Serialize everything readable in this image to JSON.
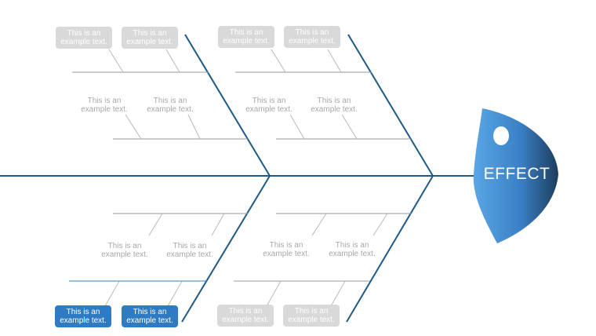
{
  "effect": {
    "label": "EFFECT",
    "gradient": [
      "#5aa6e6",
      "#3a80c6",
      "#1d3d5c"
    ]
  },
  "colors": {
    "line": "#1f5a87",
    "rib": "#9a9a9a",
    "box_gray": "#d9d9d9",
    "box_blue": "#2e7bc4",
    "text_gray": "#a7a7a7"
  },
  "causes": {
    "top_left": {
      "box1": {
        "l1": "This is an",
        "l2": "example text."
      },
      "box2": {
        "l1": "This is an",
        "l2": "example text."
      },
      "text1": {
        "l1": "This is an",
        "l2": "example text."
      },
      "text2": {
        "l1": "This is an",
        "l2": "example text."
      }
    },
    "top_right": {
      "box1": {
        "l1": "This is an",
        "l2": "example text."
      },
      "box2": {
        "l1": "This is an",
        "l2": "example text."
      },
      "text1": {
        "l1": "This is an",
        "l2": "example text."
      },
      "text2": {
        "l1": "This is an",
        "l2": "example text."
      }
    },
    "bottom_left": {
      "text1": {
        "l1": "This is an",
        "l2": "example text."
      },
      "text2": {
        "l1": "This is an",
        "l2": "example text."
      },
      "box1": {
        "l1": "This is an",
        "l2": "example text."
      },
      "box2": {
        "l1": "This is an",
        "l2": "example text."
      }
    },
    "bottom_right": {
      "text1": {
        "l1": "This is an",
        "l2": "example text."
      },
      "text2": {
        "l1": "This is an",
        "l2": "example text."
      },
      "box1": {
        "l1": "This is an",
        "l2": "example text."
      },
      "box2": {
        "l1": "This is an",
        "l2": "example text."
      }
    }
  }
}
